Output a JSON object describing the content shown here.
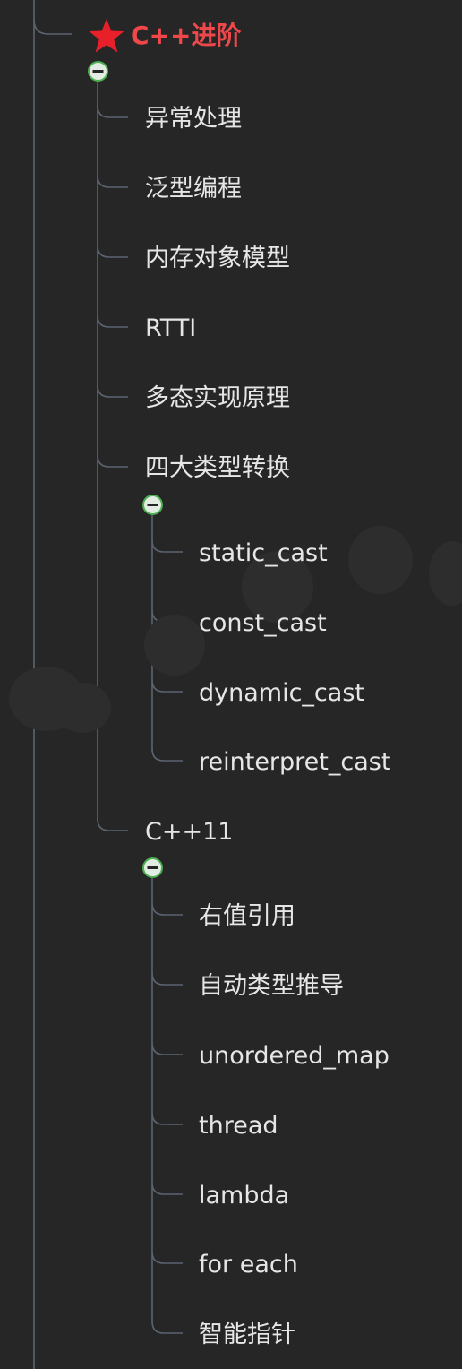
{
  "root": {
    "label": "C++进阶",
    "icon": "star-icon",
    "color": "#e8202a",
    "children": [
      {
        "label": "异常处理"
      },
      {
        "label": "泛型编程"
      },
      {
        "label": "内存对象模型"
      },
      {
        "label": "RTTI"
      },
      {
        "label": "多态实现原理"
      },
      {
        "label": "四大类型转换",
        "collapse_icon": "collapse-minus-icon",
        "children": [
          {
            "label": "static_cast"
          },
          {
            "label": "const_cast"
          },
          {
            "label": "dynamic_cast"
          },
          {
            "label": "reinterpret_cast"
          }
        ]
      },
      {
        "label": "C++11",
        "collapse_icon": "collapse-minus-icon",
        "children": [
          {
            "label": "右值引用"
          },
          {
            "label": "自动类型推导"
          },
          {
            "label": "unordered_map"
          },
          {
            "label": "thread"
          },
          {
            "label": "lambda"
          },
          {
            "label": "for each"
          },
          {
            "label": "智能指针"
          }
        ]
      }
    ]
  },
  "colors": {
    "background": "#262626",
    "line": "#5a6470",
    "text": "#e6e6e6",
    "root_text": "#f0474a",
    "collapse_ring": "#4caf50"
  }
}
